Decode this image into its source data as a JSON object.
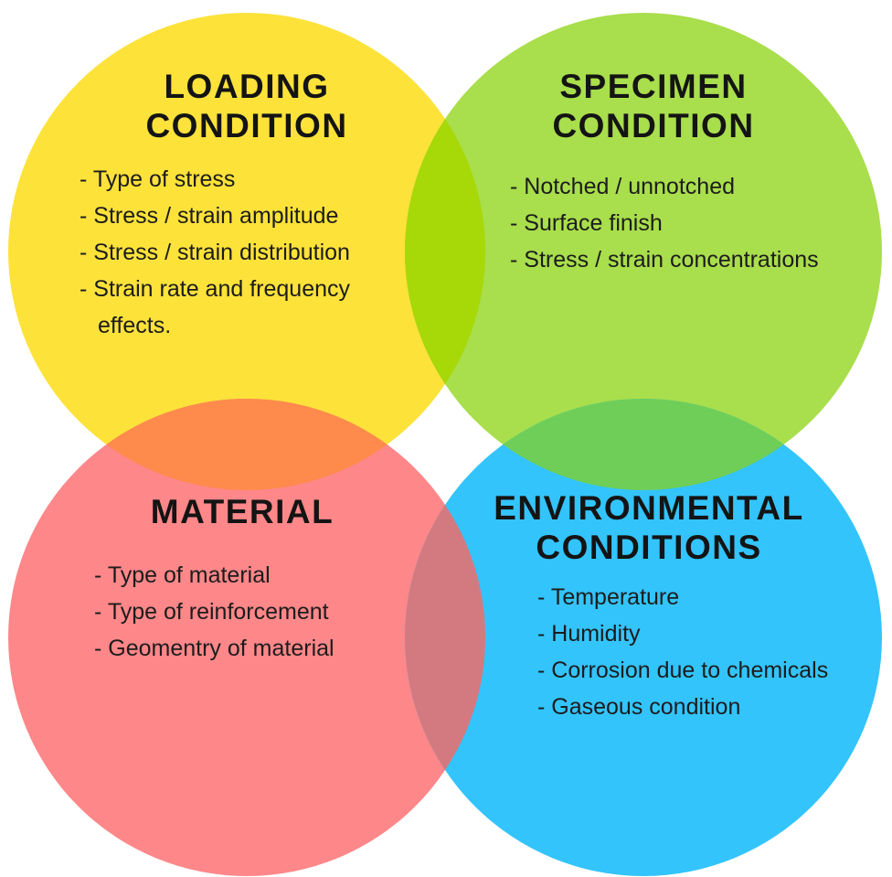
{
  "colors": {
    "loading": "#fde23a",
    "specimen": "#a9de4c",
    "material": "#fe8789",
    "environment": "#33c4fb",
    "overlap_loading_specimen": "#a7d808",
    "overlap_loading_material": "#fe8a4c",
    "overlap_specimen_environment": "#6fce58",
    "overlap_material_environment": "#d27a80",
    "text": "#141414"
  },
  "quadrants": {
    "loading": {
      "title_line1": "LOADING",
      "title_line2": "CONDITION",
      "items": [
        "- Type of stress",
        "- Stress / strain amplitude",
        "- Stress / strain distribution",
        "- Strain rate and frequency",
        "effects."
      ]
    },
    "specimen": {
      "title_line1": "SPECIMEN",
      "title_line2": "CONDITION",
      "items": [
        "- Notched / unnotched",
        "- Surface finish",
        "- Stress / strain concentrations"
      ]
    },
    "material": {
      "title_line1": "MATERIAL",
      "items": [
        "- Type of material",
        "- Type of reinforcement",
        "- Geomentry of material"
      ]
    },
    "environment": {
      "title_line1": "ENVIRONMENTAL",
      "title_line2": "CONDITIONS",
      "items": [
        "- Temperature",
        "- Humidity",
        "- Corrosion due to chemicals",
        "- Gaseous condition"
      ]
    }
  }
}
